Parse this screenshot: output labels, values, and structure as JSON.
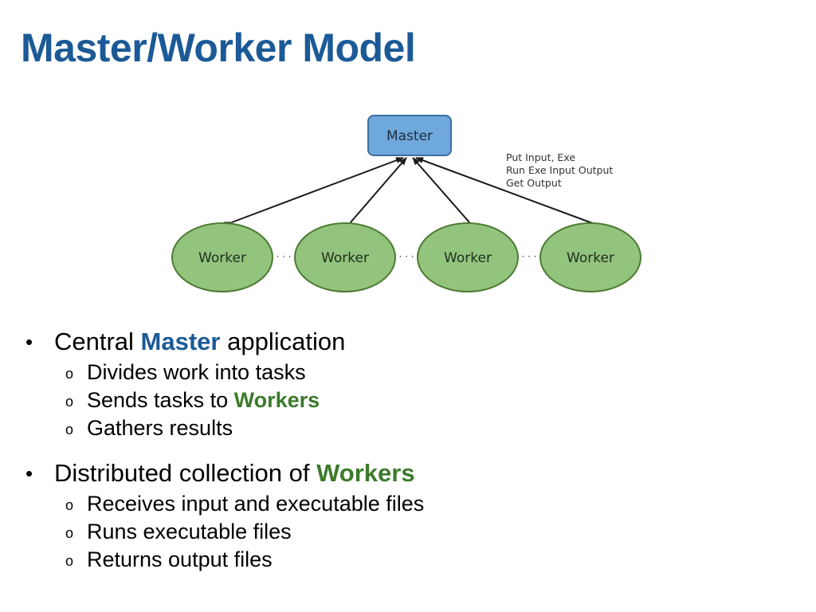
{
  "title": "Master/Worker Model",
  "diagram": {
    "master_label": "Master",
    "worker_label": "Worker",
    "edge_annotation": [
      "Put Input, Exe",
      "Run Exe Input Output",
      "Get Output"
    ],
    "ellipsis": "· · ·",
    "colors": {
      "master_fill": "#6fa8dc",
      "master_stroke": "#3d6f9e",
      "worker_fill": "#93c47d",
      "worker_stroke": "#4d7a32"
    }
  },
  "bullets": [
    {
      "prefix": "Central ",
      "highlight": "Master",
      "suffix": " application",
      "highlight_color": "#1b5a96",
      "subitems": [
        {
          "text": "Divides work into tasks",
          "highlight": ""
        },
        {
          "text": "Sends tasks to ",
          "highlight": "Workers"
        },
        {
          "text": "Gathers results",
          "highlight": ""
        }
      ]
    },
    {
      "prefix": "Distributed collection of ",
      "highlight": "Workers",
      "suffix": "",
      "highlight_color": "#3b7a2a",
      "subitems": [
        {
          "text": "Receives input and executable files",
          "highlight": ""
        },
        {
          "text": "Runs executable files",
          "highlight": ""
        },
        {
          "text": "Returns output files",
          "highlight": ""
        }
      ]
    }
  ]
}
